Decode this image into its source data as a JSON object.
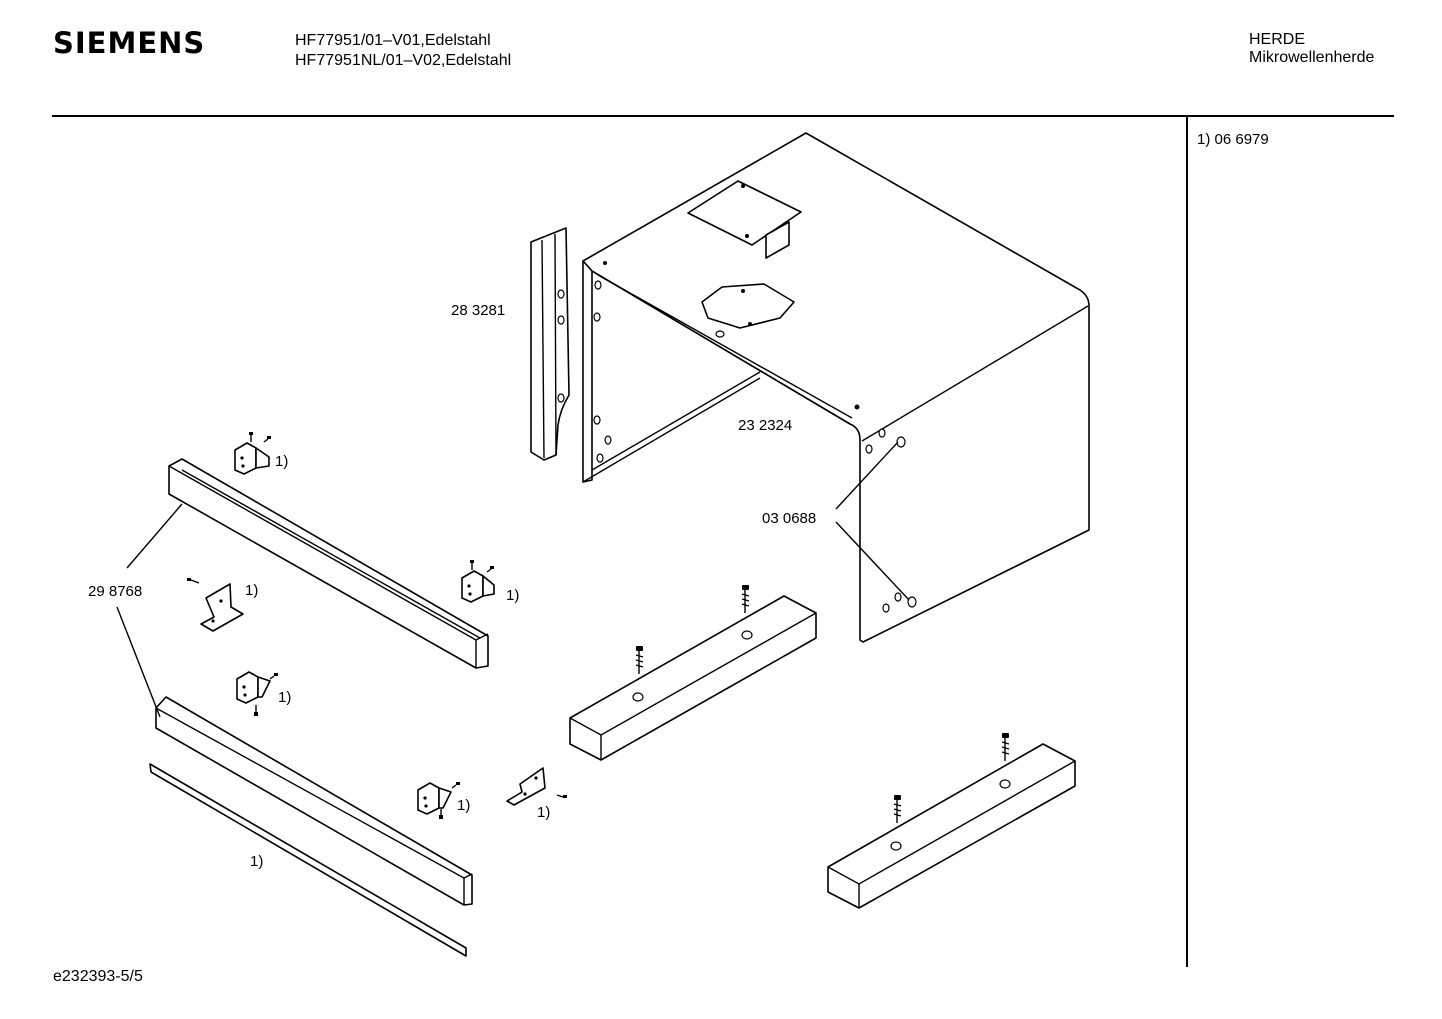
{
  "header": {
    "brand": "SIEMENS",
    "model_line_1": "HF77951/01–V01,Edelstahl",
    "model_line_2": "HF77951NL/01–V02,Edelstahl",
    "category_1": "HERDE",
    "category_2": "Mikrowellenherde"
  },
  "notes": {
    "footnote_1": "1)  06 6979"
  },
  "labels": {
    "part_283281": "28 3281",
    "part_232324": "23 2324",
    "part_030688": "03 0688",
    "part_298768": "29 8768",
    "ref": "1)"
  },
  "footer": {
    "drawing_id": "e232393-5/5"
  }
}
